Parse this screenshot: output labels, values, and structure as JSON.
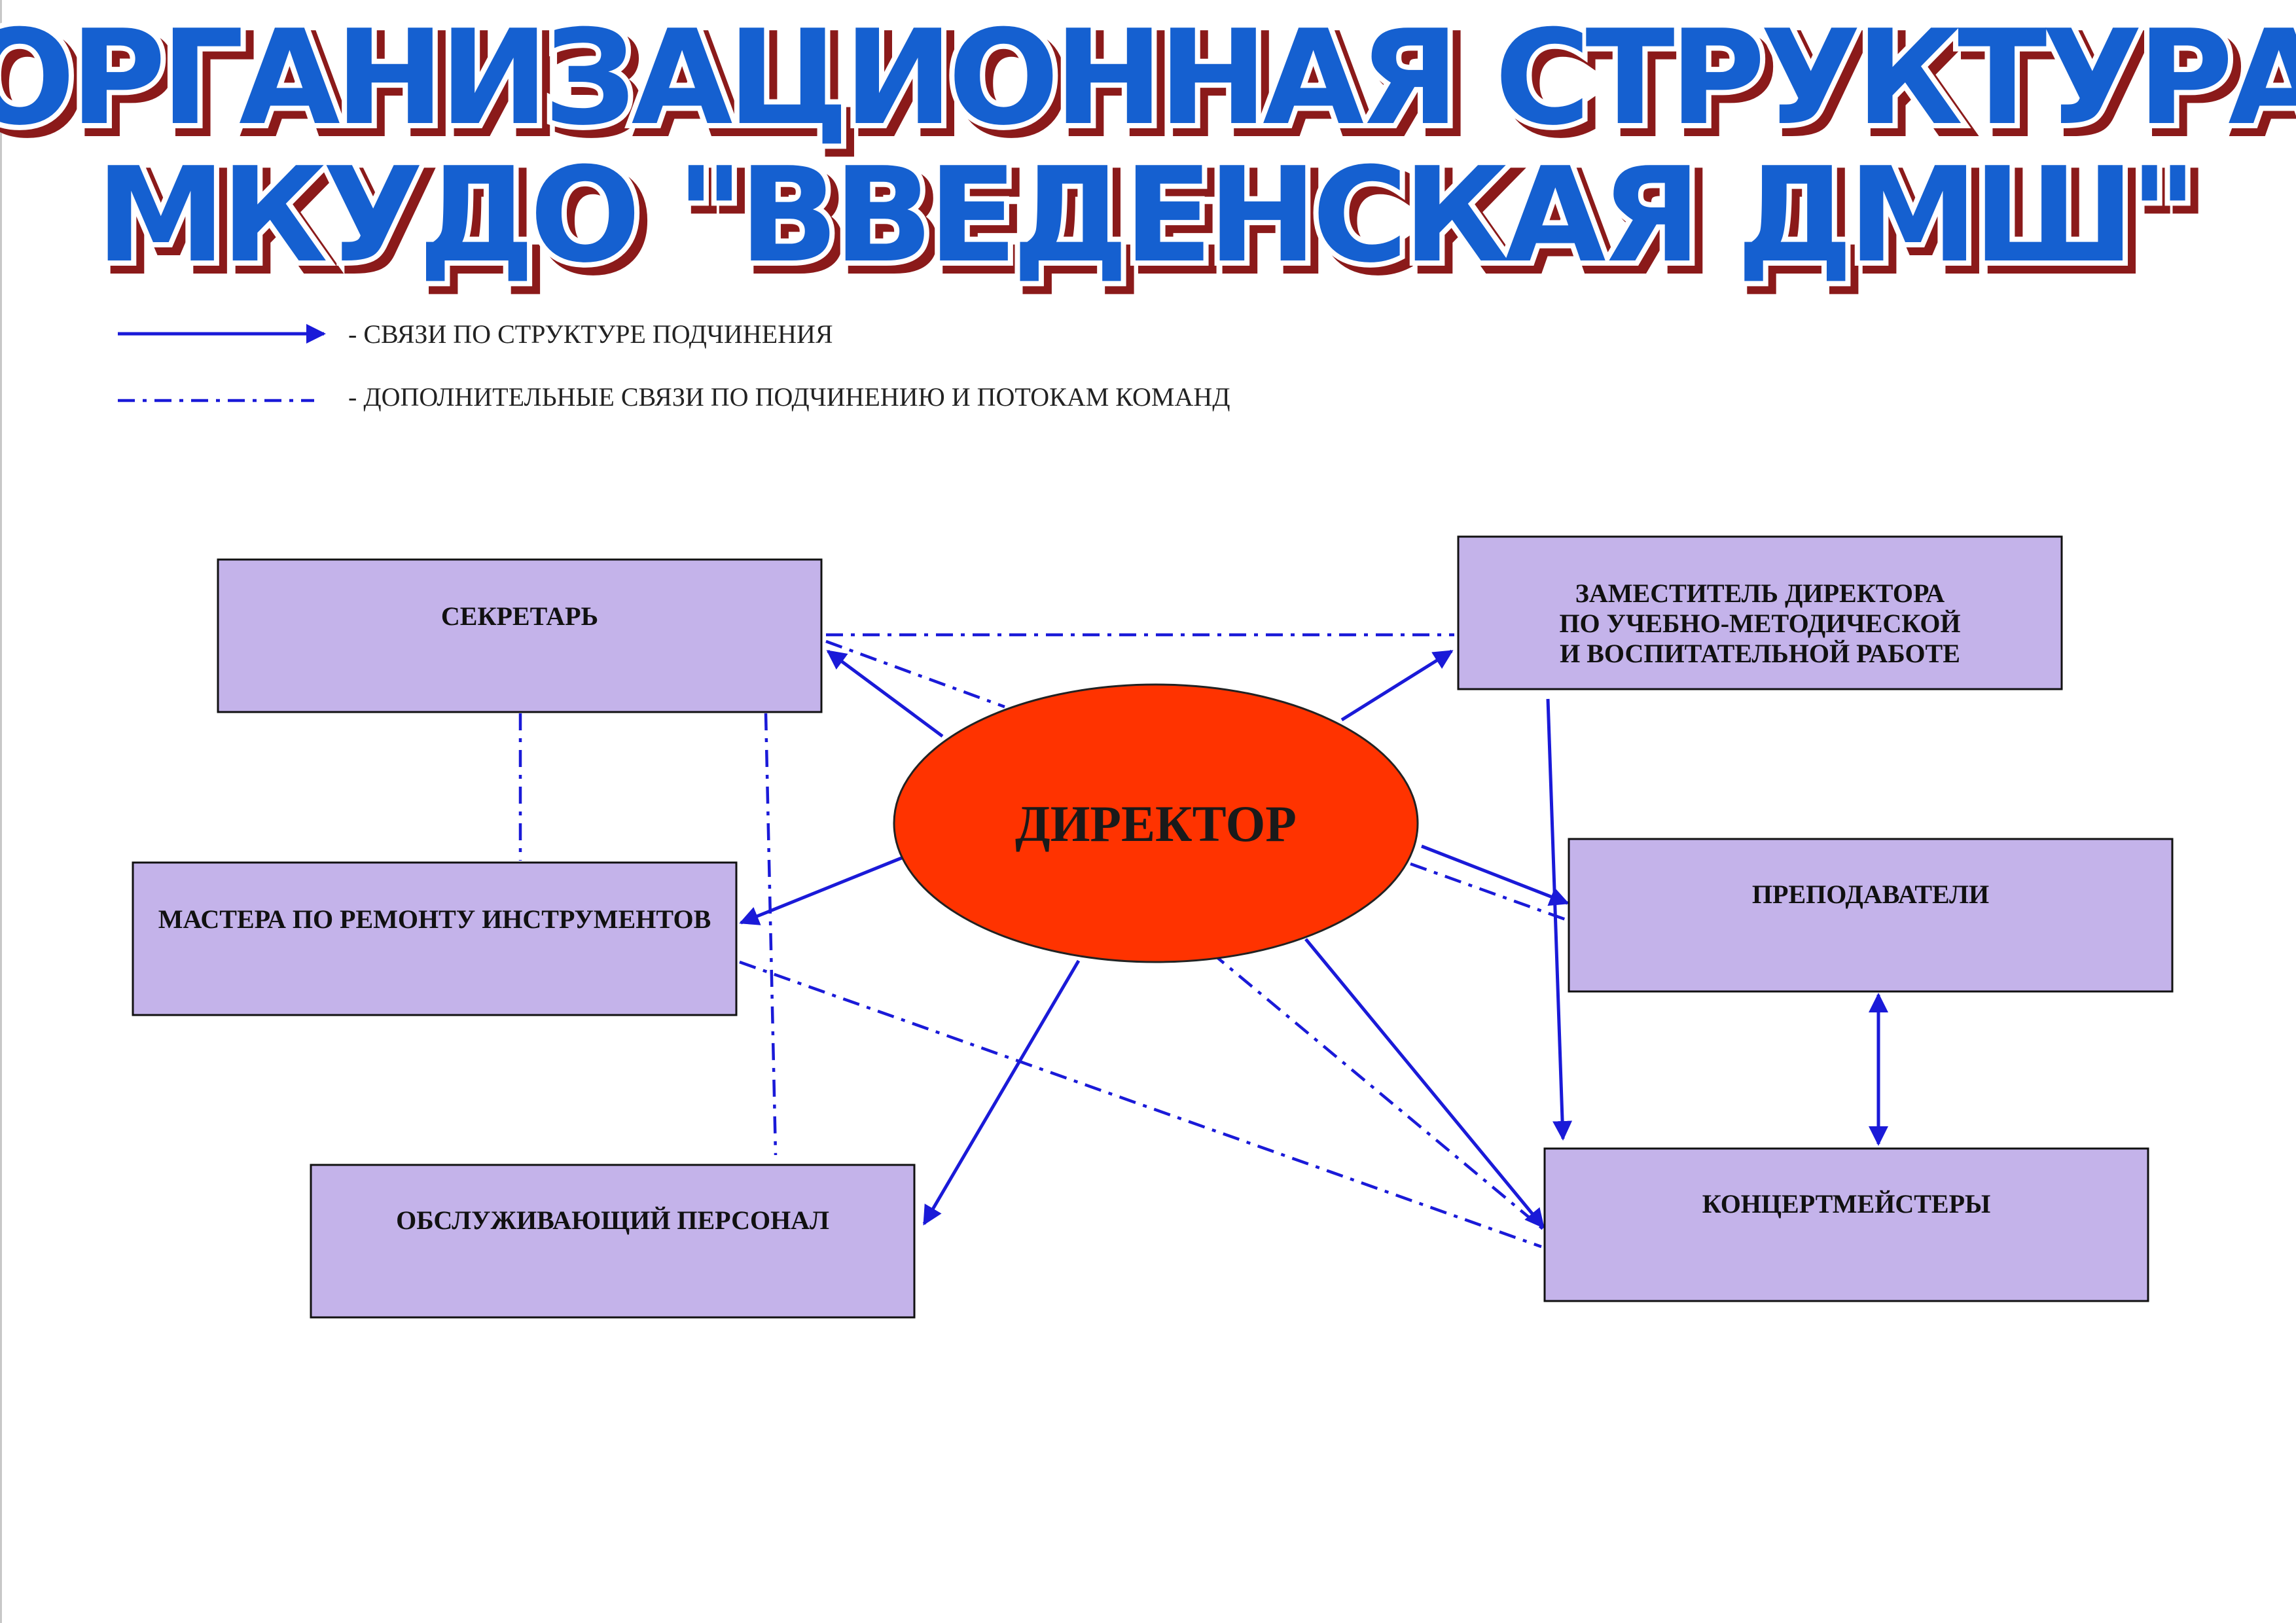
{
  "title": {
    "line1": "ОРГАНИЗАЦИОННАЯ СТРУКТУРА",
    "line2": "МКУДО \"ВВЕДЕНСКАЯ ДМШ\""
  },
  "legend": {
    "solid_label": "- СВЯЗИ ПО СТРУКТУРЕ ПОДЧИНЕНИЯ",
    "dashed_label": "- ДОПОЛНИТЕЛЬНЫЕ СВЯЗИ ПО ПОДЧИНЕНИЮ И ПОТОКАМ КОМАНД"
  },
  "nodes": {
    "director": "ДИРЕКТОР",
    "secretary": "СЕКРЕТАРЬ",
    "deputy": [
      "ЗАМЕСТИТЕЛЬ ДИРЕКТОРА",
      "ПО УЧЕБНО-МЕТОДИЧЕСКОЙ",
      "И ВОСПИТАТЕЛЬНОЙ РАБОТЕ"
    ],
    "masters": "МАСТЕРА ПО РЕМОНТУ ИНСТРУМЕНТОВ",
    "teachers": "ПРЕПОДАВАТЕЛИ",
    "staff": "ОБСЛУЖИВАЮЩИЙ ПЕРСОНАЛ",
    "accompanists": "КОНЦЕРТМЕЙСТЕРЫ"
  },
  "colors": {
    "title_fill": "#1560d0",
    "title_shadow": "#8b1a1a",
    "box_fill": "#c4b3ea",
    "director_fill": "#ff3300",
    "connector": "#1a1ad8"
  },
  "edges": {
    "solid": [
      {
        "from": "director",
        "to": "secretary"
      },
      {
        "from": "director",
        "to": "deputy"
      },
      {
        "from": "director",
        "to": "masters"
      },
      {
        "from": "director",
        "to": "teachers"
      },
      {
        "from": "director",
        "to": "staff"
      },
      {
        "from": "director",
        "to": "accompanists"
      },
      {
        "from": "deputy",
        "to": "accompanists"
      },
      {
        "from": "teachers",
        "to": "accompanists",
        "bidirectional": true
      }
    ],
    "dashed": [
      {
        "from": "secretary",
        "to": "deputy"
      },
      {
        "from": "secretary",
        "to": "director"
      },
      {
        "from": "secretary",
        "to": "masters"
      },
      {
        "from": "secretary",
        "to": "staff"
      },
      {
        "from": "masters",
        "to": "accompanists"
      },
      {
        "from": "director",
        "to": "teachers"
      },
      {
        "from": "director",
        "to": "accompanists"
      }
    ]
  }
}
